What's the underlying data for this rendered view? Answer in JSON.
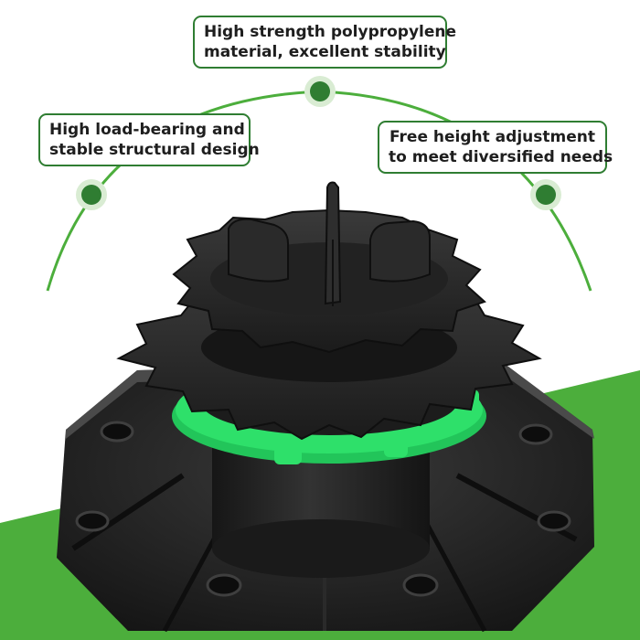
{
  "callouts": {
    "top": {
      "line1": "High strength polypropylene",
      "line2": "material, excellent stability"
    },
    "left": {
      "line1": "High load-bearing and",
      "line2": "stable structural design"
    },
    "right": {
      "line1": "Free height adjustment",
      "line2": "to meet diversified needs"
    }
  },
  "colors": {
    "accent_green": "#4cae3c",
    "dark_green": "#2f7d32",
    "ring_green": "#2ee06a",
    "product_black": "#1f1f1f"
  },
  "icons": [
    "dot-marker-icon"
  ]
}
